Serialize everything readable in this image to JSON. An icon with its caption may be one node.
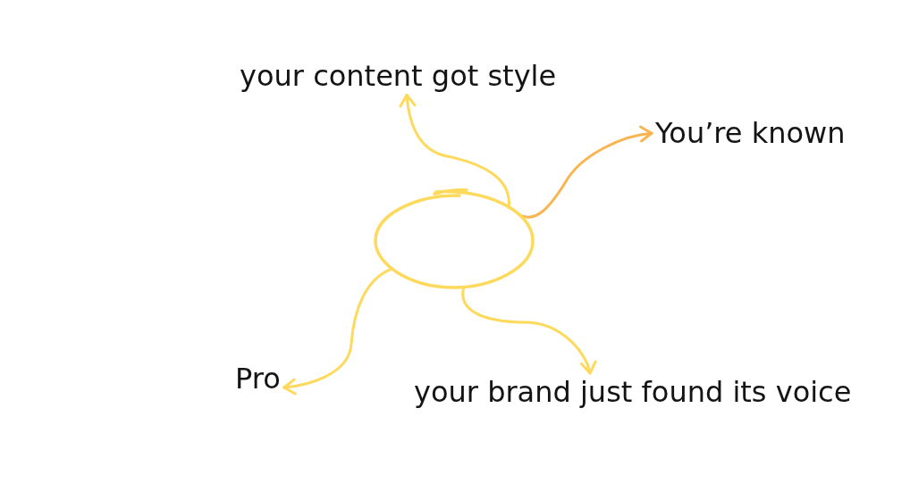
{
  "diagram": {
    "nodes": [
      {
        "text": [
          "your content got style"
        ]
      },
      {
        "text": [
          "You’re known"
        ]
      },
      {
        "text": [],
        "shape": "circle"
      },
      {
        "text": [
          "Pro"
        ]
      },
      {
        "text": [
          "your brand just found its voice"
        ]
      }
    ],
    "edges": [
      {
        "from": 2,
        "to": 0,
        "arrow": "to"
      },
      {
        "from": 2,
        "to": 1,
        "arrow": "to",
        "color": "#f8b551"
      },
      {
        "from": 2,
        "to": 3,
        "arrow": "to"
      },
      {
        "from": 2,
        "to": 4,
        "arrow": "to"
      }
    ]
  }
}
